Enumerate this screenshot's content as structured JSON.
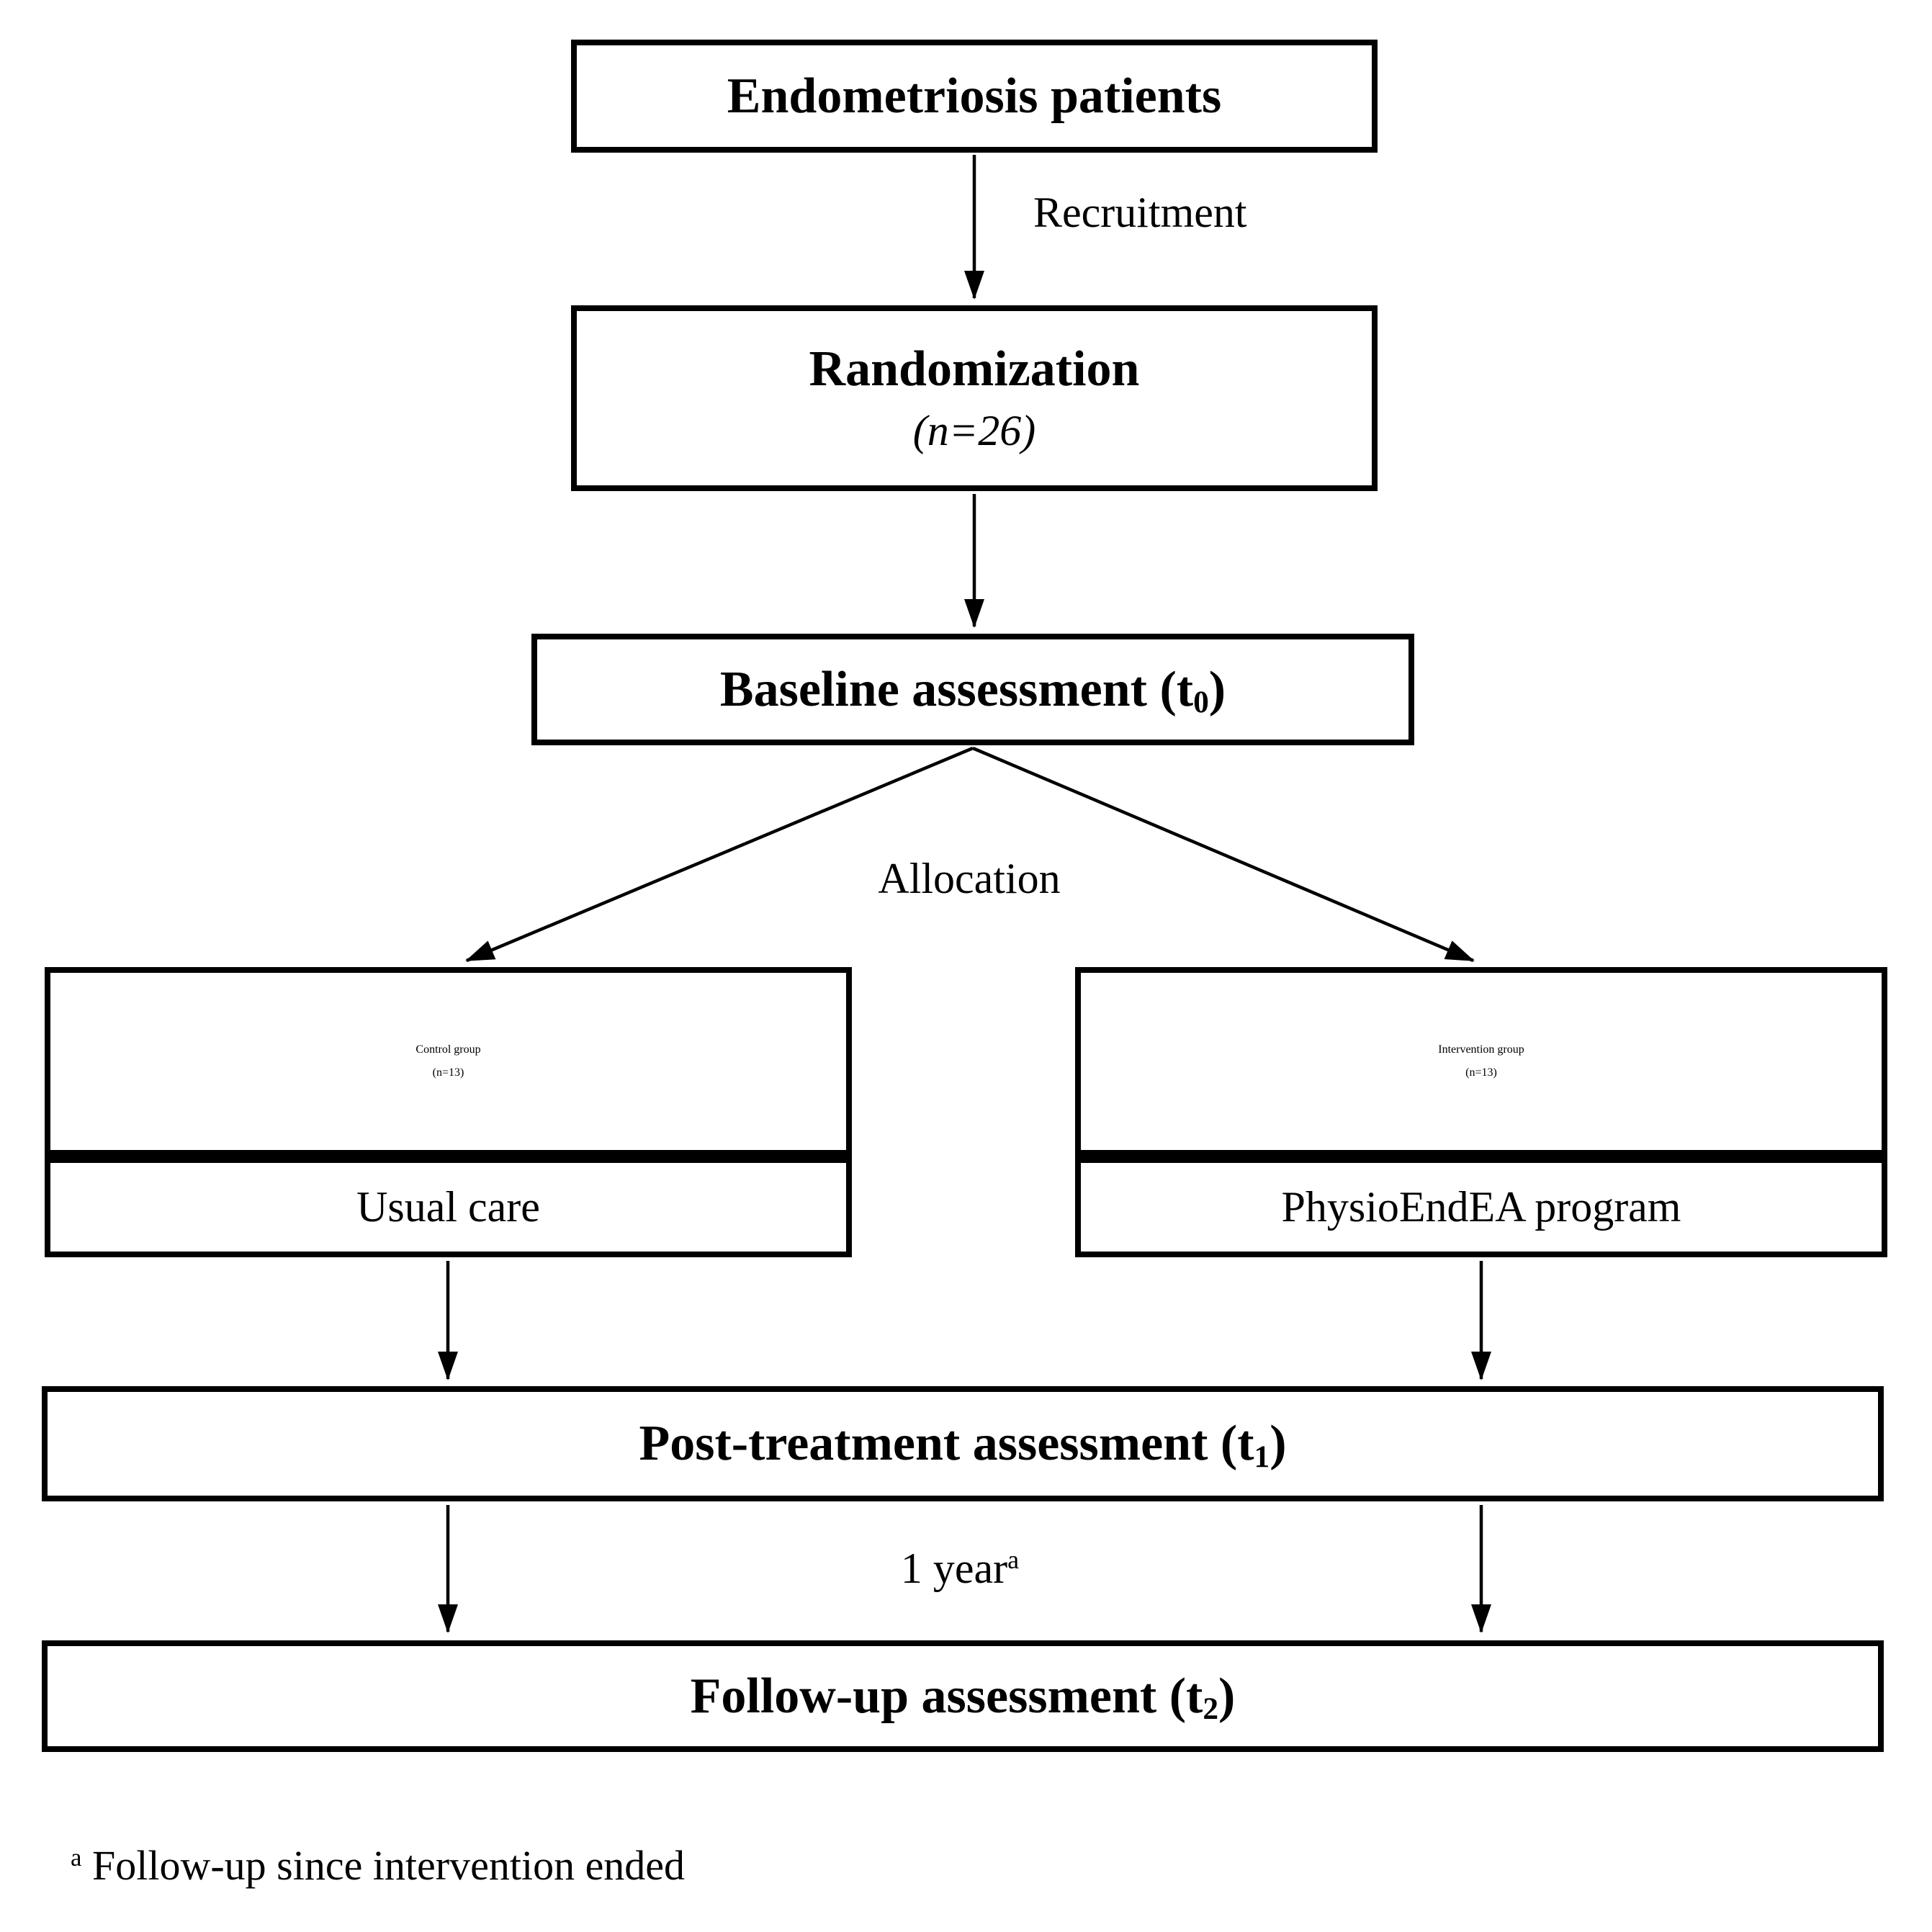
{
  "nodes": {
    "endometriosis": {
      "title": "Endometriosis patients"
    },
    "randomization": {
      "title": "Randomization",
      "count": "(n=26)"
    },
    "baseline": {
      "title_prefix": "Baseline assessment (t",
      "title_sub": "0",
      "title_suffix": ")"
    },
    "control": {
      "title": "Control group",
      "count": "(n=13)",
      "treatment": "Usual care"
    },
    "intervention": {
      "title": "Intervention group",
      "count": "(n=13)",
      "treatment": "PhysioEndEA program"
    },
    "post_treatment": {
      "title_prefix": "Post-treatment assessment (t",
      "title_sub": "1",
      "title_suffix": ")"
    },
    "follow_up": {
      "title_prefix": "Follow-up assessment (t",
      "title_sub": "2",
      "title_suffix": ")"
    }
  },
  "edge_labels": {
    "recruitment": "Recruitment",
    "allocation": "Allocation",
    "one_year_text": "1 year",
    "one_year_sup": "a"
  },
  "footnote": {
    "sup": "a",
    "text": " Follow-up since intervention ended"
  },
  "colors": {
    "line": "#000000",
    "background": "#ffffff",
    "text": "#000000"
  }
}
